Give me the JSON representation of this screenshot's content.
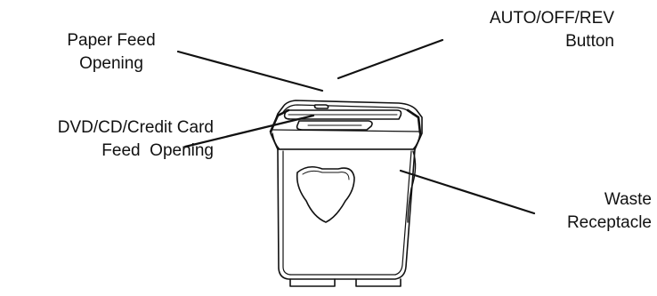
{
  "diagram": {
    "labels": {
      "paper_feed": {
        "line1": "Paper Feed",
        "line2": "Opening"
      },
      "auto_off_rev": {
        "line1": "AUTO/OFF/REV",
        "line2": "Button"
      },
      "dvd_cd_card": {
        "line1": "DVD/CD/Credit Card",
        "line2": "Feed  Opening"
      },
      "waste": {
        "line1": "Waste",
        "line2": "Receptacle"
      }
    },
    "colors": {
      "stroke": "#111111",
      "fill": "#ffffff",
      "text": "#111111"
    }
  }
}
